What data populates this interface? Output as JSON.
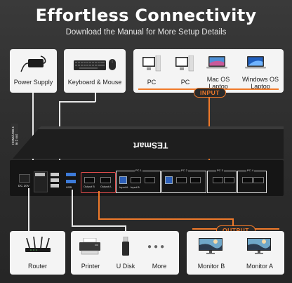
{
  "header": {
    "title": "Effortless Connectivity",
    "subtitle": "Download the Manual for More Setup Details"
  },
  "top_cards": {
    "power": "Power Supply",
    "keyboard_mouse": "Keyboard & Mouse",
    "pc1": "PC",
    "pc2": "PC",
    "mac_laptop": "Mac OS\nLaptop",
    "windows_laptop": "Windows OS\nLaptop"
  },
  "badges": {
    "input": "INPUT",
    "output": "OUTPUT"
  },
  "device": {
    "brand": "TESmart",
    "side_text": "HDMI/USB 4 in 2 out",
    "ports": {
      "dc": "DC 20V",
      "usb": "USB",
      "output_b": "Output B",
      "output_a": "Output A",
      "input_a": "Input A",
      "input_b": "Input B",
      "pc_labels": [
        "PC 1",
        "PC 2",
        "PC 3",
        "PC 4"
      ]
    }
  },
  "bottom_cards": {
    "router": "Router",
    "printer": "Printer",
    "udisk": "U Disk",
    "more": "More",
    "monitor_b": "Monitor B",
    "monitor_a": "Monitor A"
  },
  "colors": {
    "accent": "#f07a2a",
    "background": "#2e2e2e",
    "card": "#f4f4f4"
  }
}
